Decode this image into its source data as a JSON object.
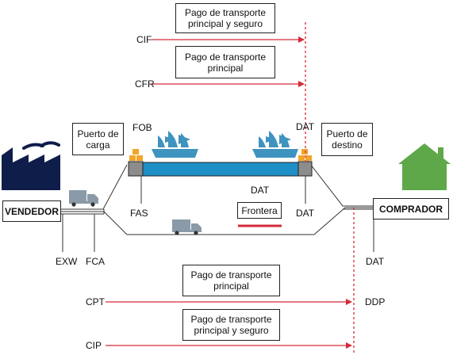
{
  "parties": {
    "seller": "VENDEDOR",
    "buyer": "COMPRADOR"
  },
  "ports": {
    "loading": "Puerto de carga",
    "destination": "Puerto de destino"
  },
  "border": "Frontera",
  "transport_boxes": {
    "cif": "Pago de transporte principal y seguro",
    "cfr": "Pago de transporte principal",
    "cpt": "Pago de transporte principal",
    "cip": "Pago de transporte principal y seguro"
  },
  "terms": {
    "cif": "CIF",
    "cfr": "CFR",
    "fob": "FOB",
    "dat_port": "DAT",
    "fas": "FAS",
    "dat_border": "DAT",
    "dat_port_lower": "DAT",
    "exw": "EXW",
    "fca": "FCA",
    "cpt": "CPT",
    "cip": "CIP",
    "dat_buyer": "DAT",
    "ddp": "DDP"
  },
  "colors": {
    "arrow_red": "#d42a3a",
    "sea_blue": "#1e8ec6",
    "ship_blue": "#3f93bf",
    "factory_navy": "#0f1d4a",
    "house_green": "#5fa84a",
    "cargo_orange": "#f0a52b",
    "truck_grey": "#8a9aa8",
    "port_grey": "#8c8c8c"
  }
}
